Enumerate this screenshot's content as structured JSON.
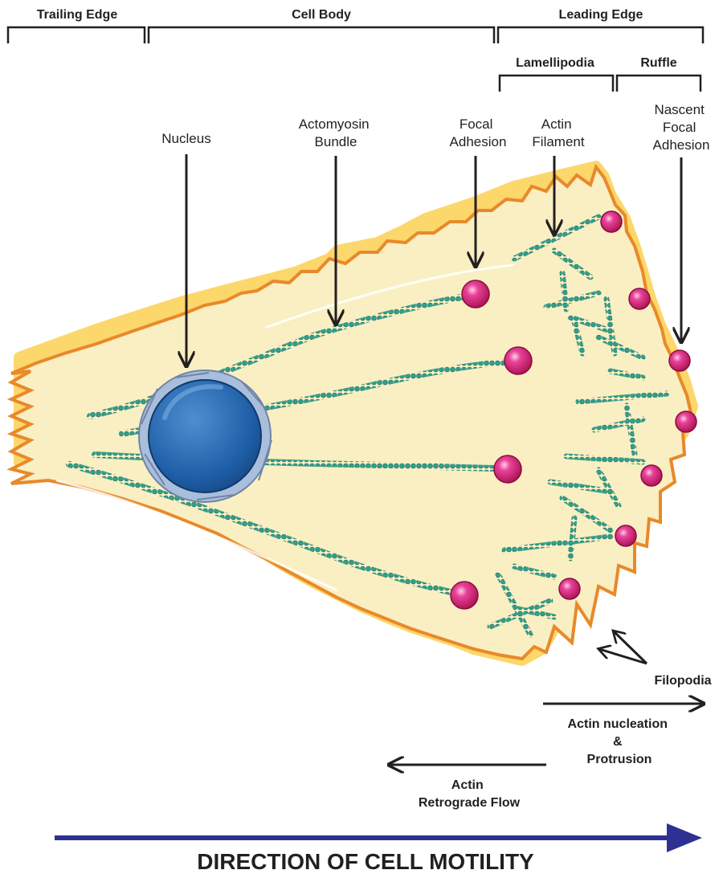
{
  "regions": {
    "trailing_edge": "Trailing Edge",
    "cell_body": "Cell Body",
    "leading_edge": "Leading Edge",
    "lamellipodia": "Lamellipodia",
    "ruffle": "Ruffle"
  },
  "labels": {
    "nucleus": [
      "Nucleus"
    ],
    "actomyosin_bundle": [
      "Actomyosin",
      "Bundle"
    ],
    "focal_adhesion": [
      "Focal",
      "Adhesion"
    ],
    "actin_filament": [
      "Actin",
      "Filament"
    ],
    "nascent_focal_adhesion": [
      "Nascent",
      "Focal",
      "Adhesion"
    ],
    "filopodia": "Filopodia",
    "actin_nucleation": [
      "Actin nucleation",
      "&",
      "Protrusion"
    ],
    "actin_retrograde_flow": [
      "Actin",
      "Retrograde Flow"
    ]
  },
  "direction_label": "DIRECTION OF CELL MOTILITY",
  "colors": {
    "cell_fill": "#f9efc2",
    "cell_outline": "#e8892a",
    "cell_glow": "#fcd76b",
    "actin": "#2f9f8c",
    "nucleus": "#1f5fa6",
    "nuclear_envelope": "#a9bedb",
    "adhesion": "#d81b6f",
    "direction_arrow": "#2e3192"
  }
}
